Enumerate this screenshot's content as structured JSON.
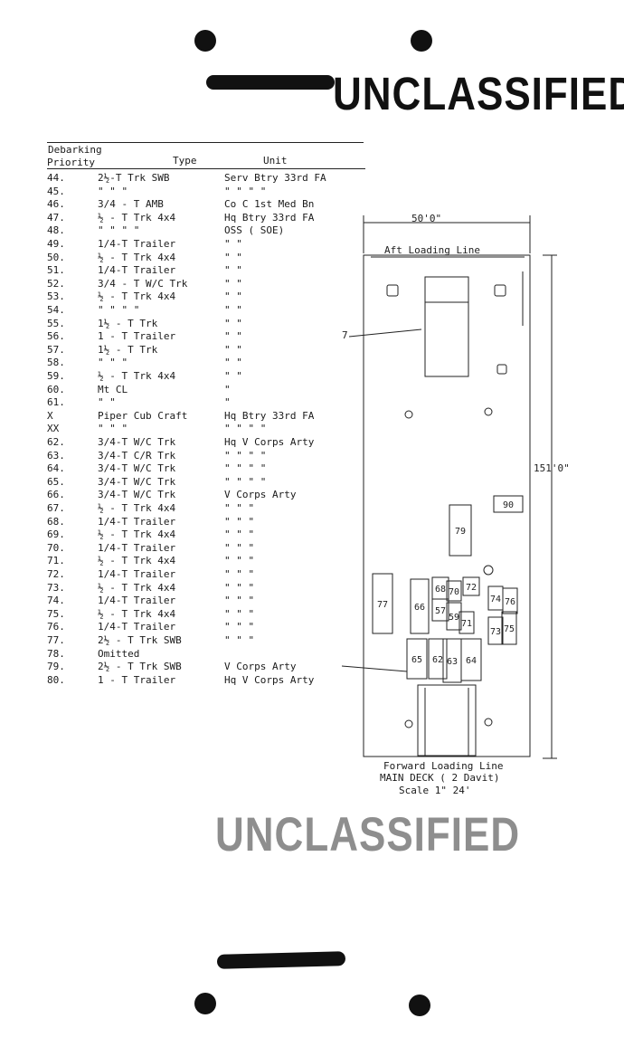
{
  "stamps": {
    "top": "UNCLASSIFIED",
    "bottom": "UNCLASSIFIED"
  },
  "table": {
    "header_line1": "Debarking",
    "header_priority": "Priority",
    "header_type": "Type",
    "header_unit": "Unit",
    "rows": [
      {
        "num": "44.",
        "type": "2½-T Trk SWB",
        "unit": "Serv Btry 33rd FA"
      },
      {
        "num": "45.",
        "type": "\"   \"   \"",
        "unit": "\"   \"   \"   \""
      },
      {
        "num": "46.",
        "type": "3/4 - T AMB",
        "unit": "Co C 1st Med Bn"
      },
      {
        "num": "47.",
        "type": "½ - T Trk 4x4",
        "unit": "Hq Btry 33rd FA"
      },
      {
        "num": "48.",
        "type": "\"  \"   \"   \"",
        "unit": "OSS ( SOE)"
      },
      {
        "num": "49.",
        "type": "1/4-T Trailer",
        "unit": "\"   \""
      },
      {
        "num": "50.",
        "type": "½ - T Trk 4x4",
        "unit": "\"   \""
      },
      {
        "num": "51.",
        "type": "1/4-T Trailer",
        "unit": "\"   \""
      },
      {
        "num": "52.",
        "type": "3/4 - T W/C Trk",
        "unit": "\"   \""
      },
      {
        "num": "53.",
        "type": "½ - T Trk 4x4",
        "unit": "\"   \""
      },
      {
        "num": "54.",
        "type": "\"  \"   \"   \"",
        "unit": "\"   \""
      },
      {
        "num": "55.",
        "type": "1½ - T Trk",
        "unit": "\"   \""
      },
      {
        "num": "56.",
        "type": "1 - T Trailer",
        "unit": "\"   \""
      },
      {
        "num": "57.",
        "type": "1½ - T Trk",
        "unit": "\"   \""
      },
      {
        "num": "58.",
        "type": "  \"  \"  \"",
        "unit": "\"   \""
      },
      {
        "num": "59.",
        "type": "½ - T Trk 4x4",
        "unit": "\"   \""
      },
      {
        "num": "60.",
        "type": "Mt CL",
        "unit": "\""
      },
      {
        "num": "61.",
        "type": "\"  \"",
        "unit": "\""
      },
      {
        "num": "X",
        "type": "Piper Cub Craft",
        "unit": "Hq Btry 33rd FA"
      },
      {
        "num": "XX",
        "type": "   \"   \"    \"",
        "unit": "  \"   \"   \"   \""
      },
      {
        "num": "62.",
        "type": "3/4-T W/C Trk",
        "unit": "Hq V Corps Arty"
      },
      {
        "num": "63.",
        "type": "3/4-T C/R Trk",
        "unit": "\" \"  \"   \""
      },
      {
        "num": "64.",
        "type": "3/4-T W/C Trk",
        "unit": "\" \"  \"   \""
      },
      {
        "num": "65.",
        "type": "3/4-T W/C Trk",
        "unit": "\" \"  \"   \""
      },
      {
        "num": "66.",
        "type": "3/4-T W/C Trk",
        "unit": "V Corps Arty"
      },
      {
        "num": "67.",
        "type": "½ - T Trk 4x4",
        "unit": "\"   \"   \""
      },
      {
        "num": "68.",
        "type": "1/4-T Trailer",
        "unit": "\"   \"   \""
      },
      {
        "num": "69.",
        "type": "½ - T Trk 4x4",
        "unit": "\"   \"   \""
      },
      {
        "num": "70.",
        "type": "1/4-T Trailer",
        "unit": "\"   \"   \""
      },
      {
        "num": "71.",
        "type": "½ - T Trk 4x4",
        "unit": "\"   \"   \""
      },
      {
        "num": "72.",
        "type": "1/4-T Trailer",
        "unit": "\"   \"   \""
      },
      {
        "num": "73.",
        "type": "½ - T Trk 4x4",
        "unit": "\"   \"   \""
      },
      {
        "num": "74.",
        "type": "1/4-T Trailer",
        "unit": "\"   \"   \""
      },
      {
        "num": "75.",
        "type": "½ - T Trk 4x4",
        "unit": "\"   \"   \""
      },
      {
        "num": "76.",
        "type": "1/4-T Trailer",
        "unit": "\"   \"   \""
      },
      {
        "num": "77.",
        "type": "2½ - T Trk SWB",
        "unit": "\"   \"   \""
      },
      {
        "num": "78.",
        "type": "Omitted",
        "unit": ""
      },
      {
        "num": "79.",
        "type": "2½ - T Trk SWB",
        "unit": "V Corps Arty"
      },
      {
        "num": "80.",
        "type": "1 - T Trailer",
        "unit": "Hq V Corps Arty"
      }
    ]
  },
  "diagram": {
    "width_label": "50'0\"",
    "length_label": "151'0\"",
    "aft_label": "Aft Loading Line",
    "forward_label": "Forward Loading Line",
    "deck_label": "MAIN DECK ( 2 Davit)",
    "scale_label": "Scale 1\"  24'",
    "pointer_label": "7",
    "slots": [
      "90",
      "79",
      "77",
      "66",
      "68",
      "70",
      "72",
      "74",
      "76",
      "57",
      "59",
      "71",
      "75",
      "73",
      "65",
      "62",
      "63",
      "64"
    ]
  }
}
